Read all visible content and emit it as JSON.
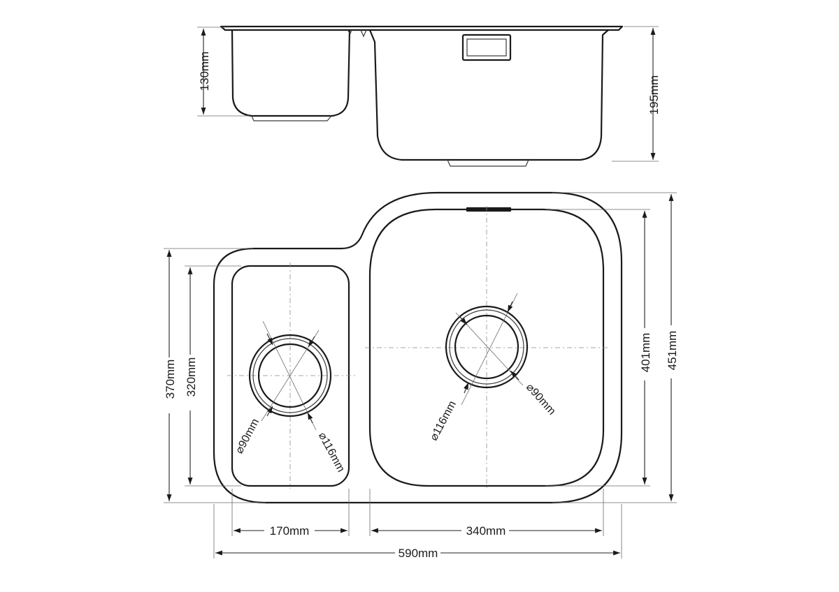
{
  "dimensions": {
    "small_bowl_depth": "130mm",
    "large_bowl_depth": "195mm",
    "overall_length": "590mm",
    "small_bowl_width": "170mm",
    "large_bowl_width": "340mm",
    "small_outer_height": "370mm",
    "small_inner_height": "320mm",
    "large_inner_height": "401mm",
    "large_outer_height": "451mm",
    "small_waste_inner": "⌀90mm",
    "small_waste_outer": "⌀116mm",
    "large_waste_inner": "⌀90mm",
    "large_waste_outer": "⌀116mm"
  }
}
